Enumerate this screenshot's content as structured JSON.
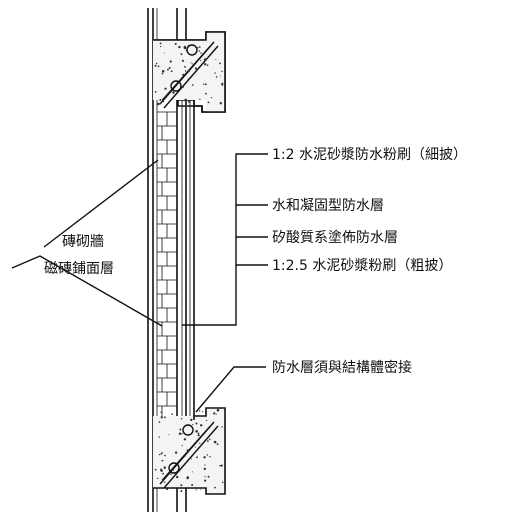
{
  "labels": {
    "mortar_fine": "1:2 水泥砂漿防水粉刷（細披）",
    "hydraulic_waterproof": "水和凝固型防水層",
    "silicate_coating": "矽酸質系塗佈防水層",
    "mortar_coarse": "1:2.5 水泥砂漿粉刷（粗披）",
    "brick_wall": "磚砌牆",
    "tile_finish": "磁磚鋪面層",
    "structural_bond": "防水層須與結構體密接"
  }
}
